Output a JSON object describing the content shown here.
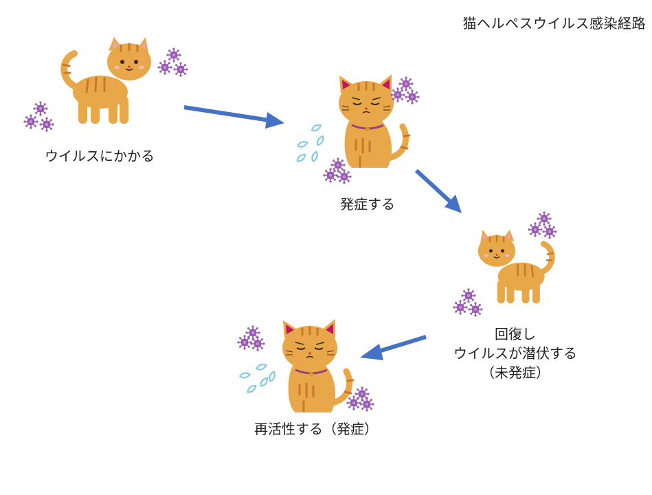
{
  "title": "猫ヘルペスウイルス感染経路",
  "stages": [
    {
      "label": "ウイルスにかかる"
    },
    {
      "label": "発症する"
    },
    {
      "label_lines": [
        "回復し",
        "ウイルスが潜伏する",
        "（未発症）"
      ]
    },
    {
      "label": "再活性する（発症）"
    }
  ],
  "colors": {
    "arrow": "#4472C4",
    "cat_body": "#E8A84A",
    "cat_stripe": "#C9772A",
    "ear_inner": "#F2A0B0",
    "virus": "#9B59B6",
    "droplet": "#7EC8E3"
  },
  "icons": [
    "cat-icon",
    "virus-icon",
    "sneeze-droplet-icon",
    "arrow-icon"
  ]
}
